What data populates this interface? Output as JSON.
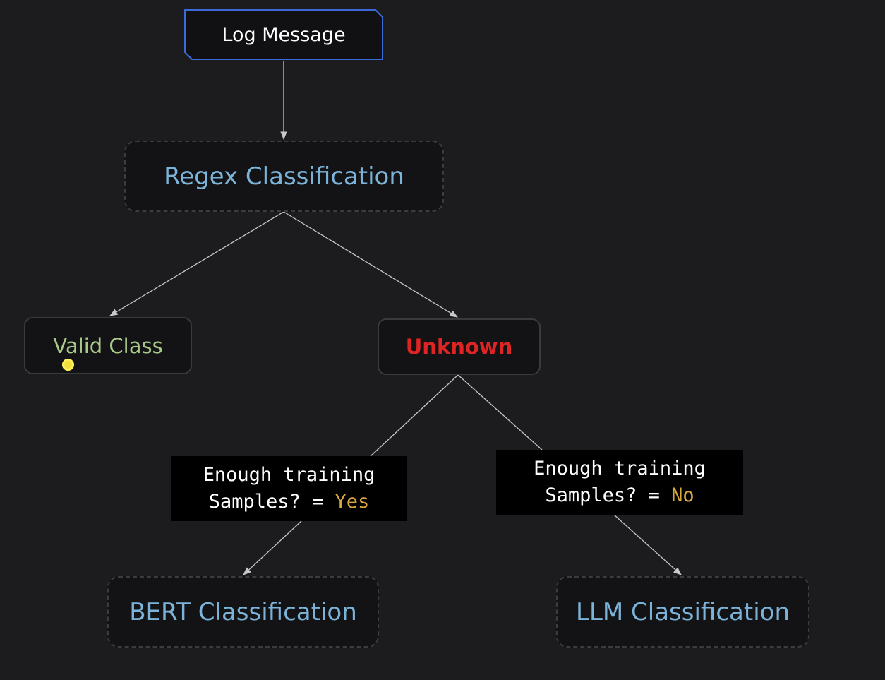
{
  "nodes": {
    "start": {
      "label": "Log Message"
    },
    "regex": {
      "label": "Regex Classification"
    },
    "valid": {
      "label": "Valid Class"
    },
    "unknown": {
      "label": "Unknown"
    },
    "bert": {
      "label": "BERT Classification"
    },
    "llm": {
      "label": "LLM Classification"
    }
  },
  "conditions": {
    "yes": {
      "line1": "Enough training",
      "line2_prefix": "Samples? = ",
      "answer": "Yes"
    },
    "no": {
      "line1": "Enough training",
      "line2_prefix": "Samples? = ",
      "answer": "No"
    }
  },
  "colors": {
    "background": "#1c1c1e",
    "start_border": "#3a6bd8",
    "classification_text": "#7bb3d9",
    "valid_text": "#a9c98a",
    "unknown_text": "#e02424",
    "answer_text": "#d9a83c",
    "edge": "#c8c8c8"
  }
}
